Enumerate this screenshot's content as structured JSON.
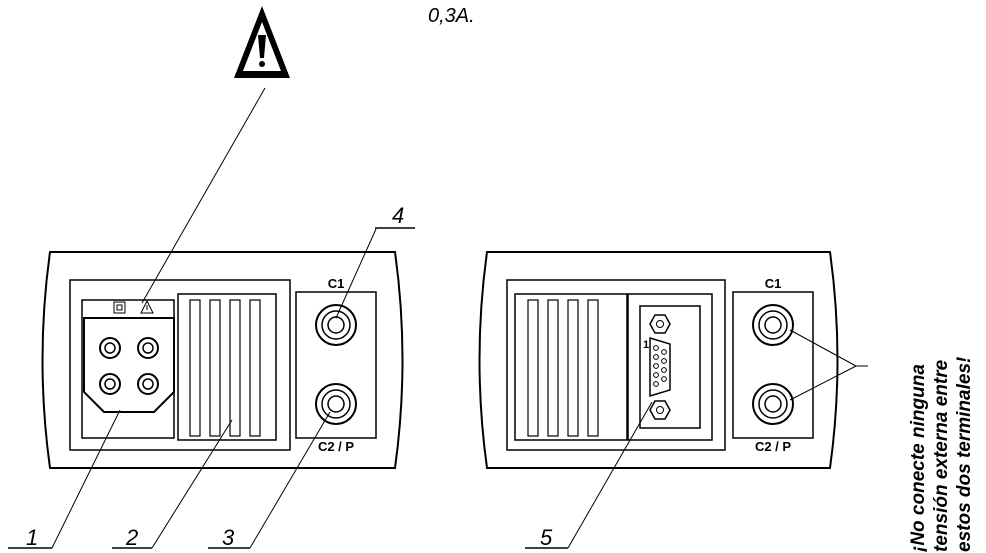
{
  "caption_top": "0,3A.",
  "callouts": {
    "n1": "1",
    "n2": "2",
    "n3": "3",
    "n4": "4",
    "n5": "5"
  },
  "left_panel": {
    "terminal_top_label": "C1",
    "terminal_bottom_label": "C2 / P"
  },
  "right_panel": {
    "terminal_top_label": "C1",
    "terminal_bottom_label": "C2 / P",
    "connector_pin_label": "1"
  },
  "warning": {
    "line1": "¡No conecte ninguna",
    "line2": "tensión externa entre",
    "line3": "estos dos terminales!"
  },
  "icons": [
    "warning-triangle-icon",
    "double-insulation-icon",
    "small-warning-icon",
    "db9-connector-icon"
  ]
}
